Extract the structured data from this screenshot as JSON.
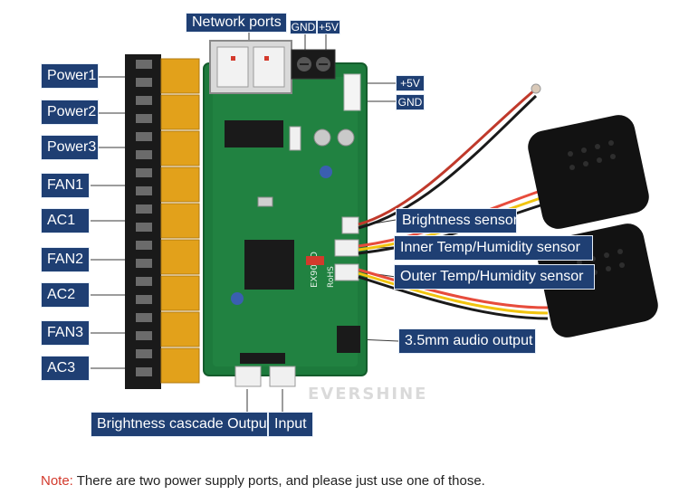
{
  "labels": {
    "network_ports": "Network ports",
    "gnd_top": "GND",
    "plus5v_top": "+5V",
    "plus5v_right": "+5V",
    "gnd_right": "GND",
    "power1": "Power1",
    "power2": "Power2",
    "power3": "Power3",
    "fan1": "FAN1",
    "ac1": "AC1",
    "fan2": "FAN2",
    "ac2": "AC2",
    "fan3": "FAN3",
    "ac3": "AC3",
    "brightness_sensor": "Brightness sensor",
    "inner_temp": "Inner Temp/Humidity sensor",
    "outer_temp": "Outer Temp/Humidity sensor",
    "audio_output": "3.5mm audio output",
    "brightness_cascade": "Brightness cascade Output",
    "input": "Input"
  },
  "board_marking": {
    "model": "EX901D",
    "rohs": "RoHS"
  },
  "watermark": "EVERSHINE",
  "note": {
    "prefix": "Note:",
    "text": " There are two power supply ports, and please just use one of those."
  },
  "colors": {
    "label_bg": "#1f3f73",
    "board": "#1d7a3c",
    "relay": "#e2a11b",
    "terminal": "#1a1a1a",
    "note_prefix": "#d33a2c"
  }
}
